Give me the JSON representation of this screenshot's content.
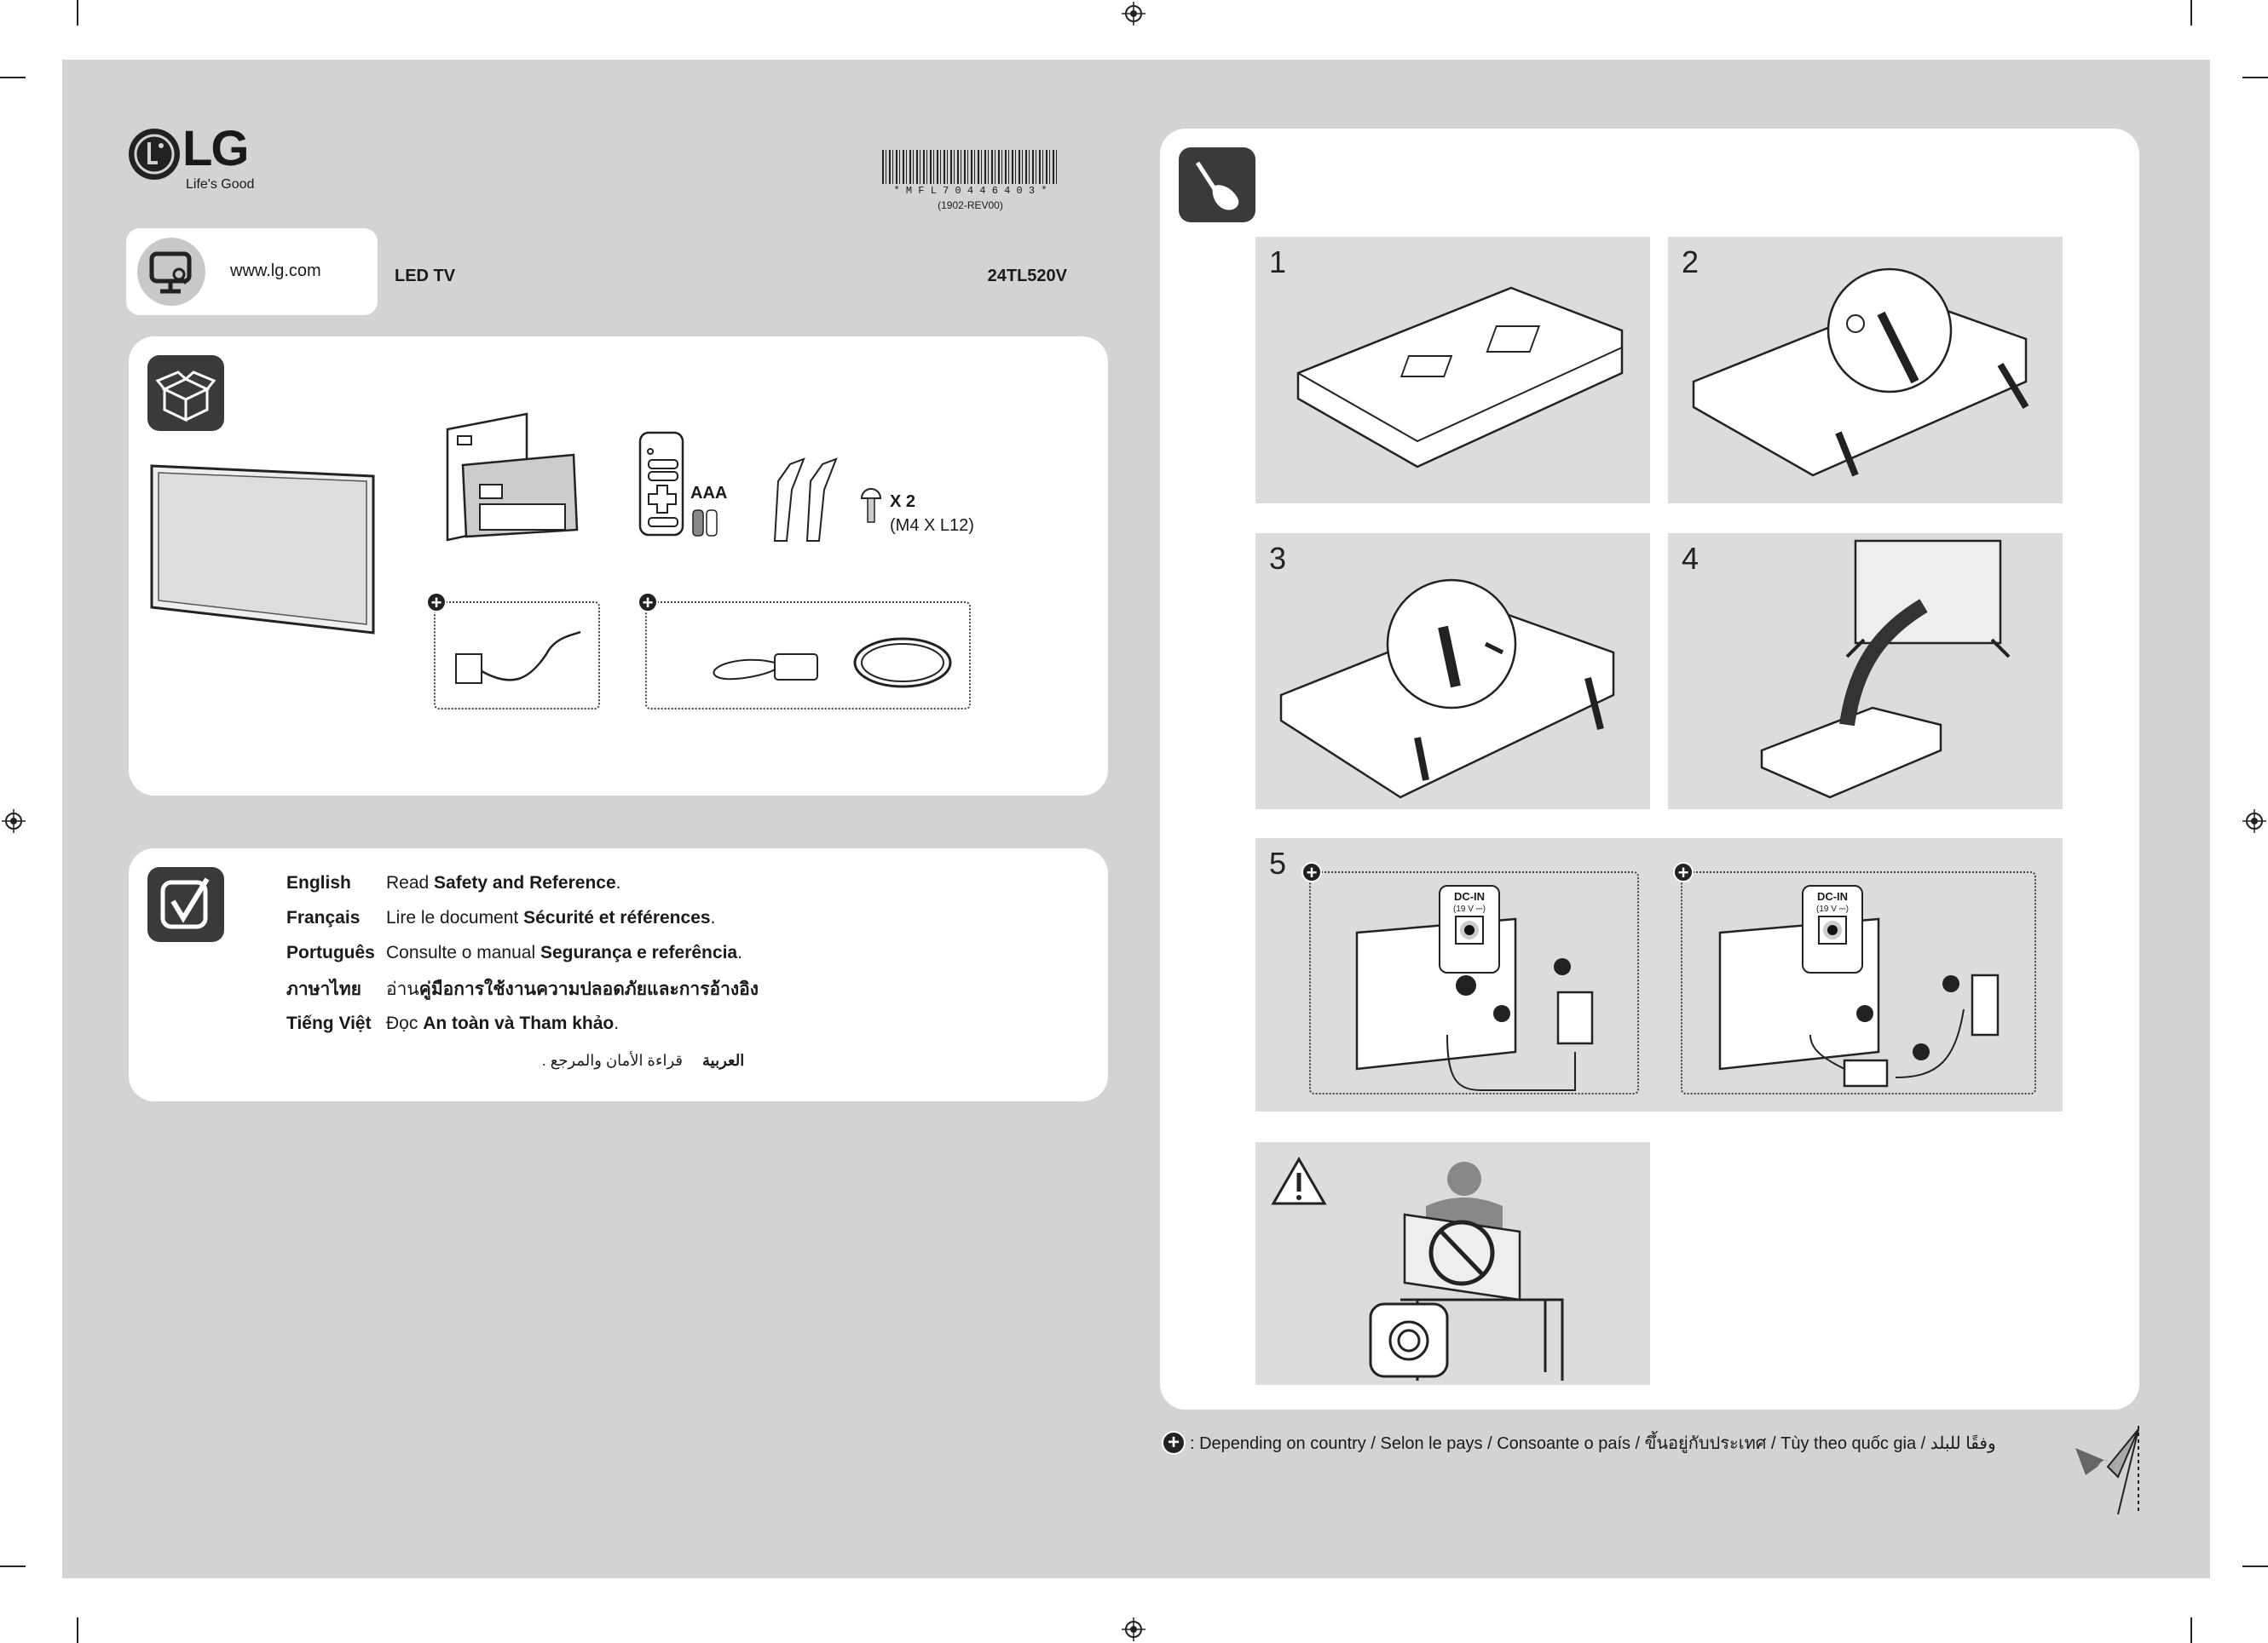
{
  "header": {
    "logo_text": "LG",
    "tagline": "Life's Good",
    "barcode_text": "* M F L 7 0 4 4 6 4 0 3 *",
    "revision": "(1902-REV00)",
    "website": "www.lg.com",
    "product_type": "LED TV",
    "model": "24TL520V"
  },
  "contents": {
    "battery_label": "AAA",
    "screw_qty": "X 2",
    "screw_spec": "(M4 X L12)"
  },
  "documents": {
    "rows": [
      {
        "lang": "English",
        "pre": "Read ",
        "bold": "Safety and Reference",
        "post": "."
      },
      {
        "lang": "Français",
        "pre": "Lire le document ",
        "bold": "Sécurité et références",
        "post": "."
      },
      {
        "lang": "Português",
        "pre": "Consulte o manual ",
        "bold": "Segurança e referência",
        "post": "."
      },
      {
        "lang": "ภาษาไทย",
        "pre": "อ่าน",
        "bold": "คู่มือการใช้งานความปลอดภัยและการอ้างอิง",
        "post": ""
      },
      {
        "lang": "Tiếng Việt",
        "pre": "Đọc ",
        "bold": "An toàn và Tham khảo",
        "post": "."
      }
    ],
    "arabic_lang": "العربية",
    "arabic_text": "قراءة الأمان والمرجع ."
  },
  "steps": {
    "labels": [
      "1",
      "2",
      "3",
      "4",
      "5"
    ],
    "dc_in_label": "DC-IN",
    "dc_in_voltage": "(19 V ⎓)",
    "markers": [
      "1",
      "2",
      "3"
    ]
  },
  "footer": {
    "note": ": Depending on country / Selon le pays / Consoante o país / ขึ้นอยู่กับประเทศ / Tùy theo quốc gia / وفقًا للبلد"
  }
}
